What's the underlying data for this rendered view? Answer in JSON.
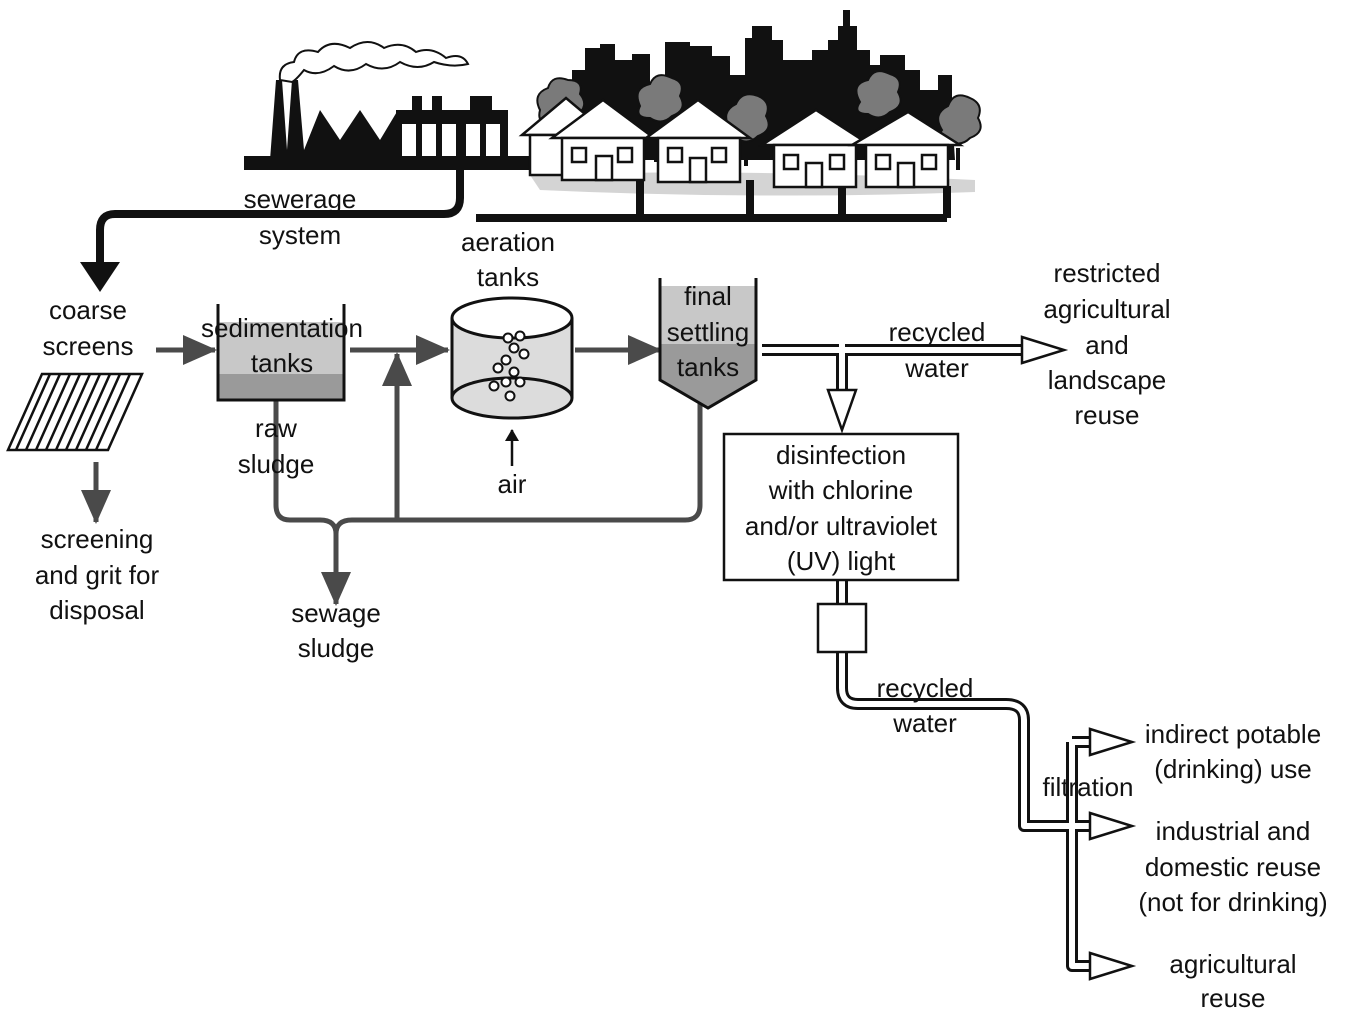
{
  "colors": {
    "ink": "#111111",
    "flow_gray": "#4a4a4a",
    "tank_light": "#c8c8c8",
    "tank_dark": "#9a9a9a",
    "shadow": "#d4d4d4"
  },
  "labels": {
    "sewerage_1": "sewerage",
    "sewerage_2": "system",
    "coarse_1": "coarse",
    "coarse_2": "screens",
    "screening_1": "screening",
    "screening_2": "and grit for",
    "screening_3": "disposal",
    "sedimentation_1": "sedimentation",
    "sedimentation_2": "tanks",
    "raw_1": "raw",
    "raw_2": "sludge",
    "sewage_1": "sewage",
    "sewage_2": "sludge",
    "aeration_1": "aeration",
    "aeration_2": "tanks",
    "air": "air",
    "final_1": "final",
    "final_2": "settling",
    "final_3": "tanks",
    "recycled_1": "recycled",
    "water_1": "water",
    "restricted_1": "restricted",
    "restricted_2": "agricultural",
    "restricted_3": "and",
    "restricted_4": "landscape",
    "restricted_5": "reuse",
    "disinfection_1": "disinfection",
    "disinfection_2": "with chlorine",
    "disinfection_3": "and/or ultraviolet",
    "disinfection_4": "(UV) light",
    "recycled_2": "recycled",
    "water_2": "water",
    "filtration": "filtration",
    "indirect_1": "indirect potable",
    "indirect_2": "(drinking) use",
    "industrial_1": "industrial and",
    "industrial_2": "domestic reuse",
    "industrial_3": "(not for drinking)",
    "agricultural_1": "agricultural",
    "agricultural_2": "reuse"
  }
}
